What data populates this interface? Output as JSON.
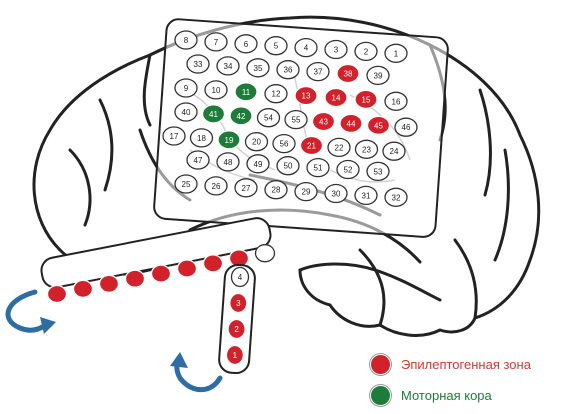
{
  "colors": {
    "epileptogenic": "#d3212c",
    "motor": "#1d7c3a",
    "neutral": "#ffffff",
    "legend_red_text": "#d23a2e",
    "legend_green_text": "#1d7c3a",
    "arrow": "#2e6da4"
  },
  "legend": [
    {
      "label": "Эпилептогенная зона",
      "color": "#d3212c",
      "text_color": "#d23a2e"
    },
    {
      "label": "Моторная кора",
      "color": "#1d7c3a",
      "text_color": "#1d7c3a"
    }
  ],
  "grid_electrodes": [
    {
      "label": "8",
      "status": "neutral"
    },
    {
      "label": "7",
      "status": "neutral"
    },
    {
      "label": "6",
      "status": "neutral"
    },
    {
      "label": "5",
      "status": "neutral"
    },
    {
      "label": "4",
      "status": "neutral"
    },
    {
      "label": "3",
      "status": "neutral"
    },
    {
      "label": "2",
      "status": "neutral"
    },
    {
      "label": "1",
      "status": "neutral"
    },
    {
      "label": "33",
      "status": "neutral"
    },
    {
      "label": "34",
      "status": "neutral"
    },
    {
      "label": "35",
      "status": "neutral"
    },
    {
      "label": "36",
      "status": "neutral"
    },
    {
      "label": "37",
      "status": "neutral"
    },
    {
      "label": "38",
      "status": "epileptogenic"
    },
    {
      "label": "39",
      "status": "neutral"
    },
    {
      "label": "9",
      "status": "neutral"
    },
    {
      "label": "10",
      "status": "neutral"
    },
    {
      "label": "11",
      "status": "motor"
    },
    {
      "label": "12",
      "status": "neutral"
    },
    {
      "label": "13",
      "status": "epileptogenic"
    },
    {
      "label": "14",
      "status": "epileptogenic"
    },
    {
      "label": "15",
      "status": "epileptogenic"
    },
    {
      "label": "16",
      "status": "neutral"
    },
    {
      "label": "40",
      "status": "neutral"
    },
    {
      "label": "41",
      "status": "motor"
    },
    {
      "label": "42",
      "status": "motor"
    },
    {
      "label": "54",
      "status": "neutral"
    },
    {
      "label": "55",
      "status": "neutral"
    },
    {
      "label": "43",
      "status": "epileptogenic"
    },
    {
      "label": "44",
      "status": "epileptogenic"
    },
    {
      "label": "45",
      "status": "epileptogenic"
    },
    {
      "label": "46",
      "status": "neutral"
    },
    {
      "label": "17",
      "status": "neutral"
    },
    {
      "label": "18",
      "status": "neutral"
    },
    {
      "label": "19",
      "status": "motor"
    },
    {
      "label": "20",
      "status": "neutral"
    },
    {
      "label": "56",
      "status": "neutral"
    },
    {
      "label": "21",
      "status": "epileptogenic"
    },
    {
      "label": "22",
      "status": "neutral"
    },
    {
      "label": "23",
      "status": "neutral"
    },
    {
      "label": "24",
      "status": "neutral"
    },
    {
      "label": "47",
      "status": "neutral"
    },
    {
      "label": "48",
      "status": "neutral"
    },
    {
      "label": "49",
      "status": "neutral"
    },
    {
      "label": "50",
      "status": "neutral"
    },
    {
      "label": "51",
      "status": "neutral"
    },
    {
      "label": "52",
      "status": "neutral"
    },
    {
      "label": "53",
      "status": "neutral"
    },
    {
      "label": "25",
      "status": "neutral"
    },
    {
      "label": "26",
      "status": "neutral"
    },
    {
      "label": "27",
      "status": "neutral"
    },
    {
      "label": "28",
      "status": "neutral"
    },
    {
      "label": "29",
      "status": "neutral"
    },
    {
      "label": "30",
      "status": "neutral"
    },
    {
      "label": "31",
      "status": "neutral"
    },
    {
      "label": "32",
      "status": "neutral"
    }
  ],
  "strip_electrodes_horizontal": [
    {
      "label": "",
      "status": "epileptogenic"
    },
    {
      "label": "",
      "status": "epileptogenic"
    },
    {
      "label": "",
      "status": "epileptogenic"
    },
    {
      "label": "",
      "status": "epileptogenic"
    },
    {
      "label": "",
      "status": "epileptogenic"
    },
    {
      "label": "",
      "status": "epileptogenic"
    },
    {
      "label": "",
      "status": "epileptogenic"
    },
    {
      "label": "",
      "status": "epileptogenic"
    },
    {
      "label": "",
      "status": "neutral"
    }
  ],
  "strip_electrodes_vertical": [
    {
      "label": "4",
      "status": "neutral"
    },
    {
      "label": "3",
      "status": "epileptogenic"
    },
    {
      "label": "2",
      "status": "epileptogenic"
    },
    {
      "label": "1",
      "status": "epileptogenic"
    }
  ]
}
